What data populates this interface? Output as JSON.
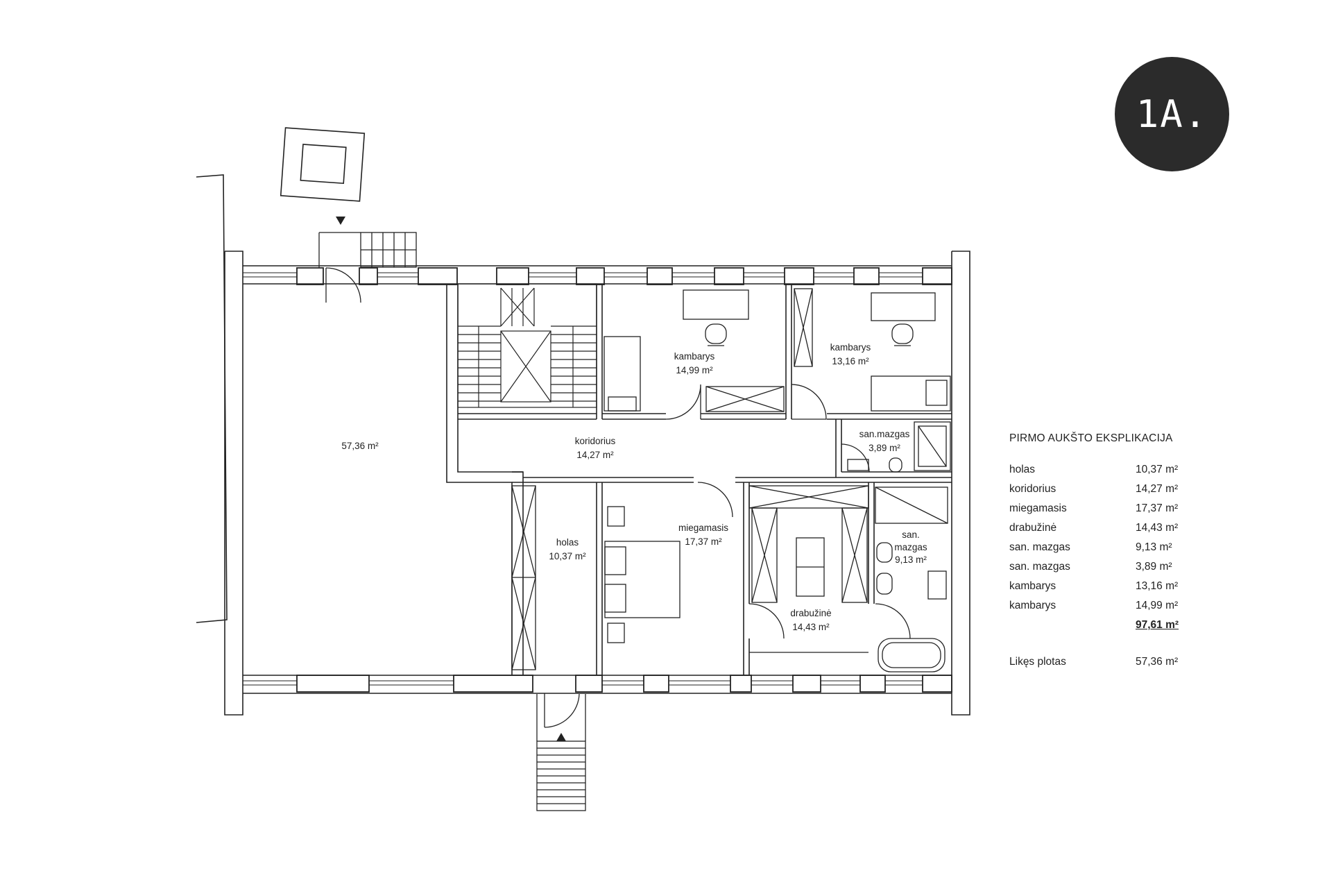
{
  "badge": {
    "label": "1A."
  },
  "rooms": [
    {
      "name": "",
      "area": "57,36 m²"
    },
    {
      "name": "kambarys",
      "area": "14,99 m²"
    },
    {
      "name": "kambarys",
      "area": "13,16 m²"
    },
    {
      "name": "koridorius",
      "area": "14,27 m²"
    },
    {
      "name": "san.mazgas",
      "area": "3,89 m²"
    },
    {
      "name": "holas",
      "area": "10,37 m²"
    },
    {
      "name": "miegamasis",
      "area": "17,37 m²"
    },
    {
      "name": "san.",
      "name2": "mazgas",
      "area": "9,13 m²"
    },
    {
      "name": "drabužinė",
      "area": "14,43 m²"
    }
  ],
  "legend": {
    "title": "PIRMO AUKŠTO EKSPLIKACIJA",
    "rows": [
      {
        "label": "holas",
        "value": "10,37 m²"
      },
      {
        "label": "koridorius",
        "value": "14,27 m²"
      },
      {
        "label": "miegamasis",
        "value": "17,37 m²"
      },
      {
        "label": "drabužinė",
        "value": "14,43 m²"
      },
      {
        "label": "san. mazgas",
        "value": "9,13 m²"
      },
      {
        "label": "san. mazgas",
        "value": "3,89 m²"
      },
      {
        "label": "kambarys",
        "value": "13,16 m²"
      },
      {
        "label": "kambarys",
        "value": "14,99 m²"
      }
    ],
    "total": "97,61 m²",
    "rest_label": "Likęs plotas",
    "rest_value": "57,36 m²"
  }
}
